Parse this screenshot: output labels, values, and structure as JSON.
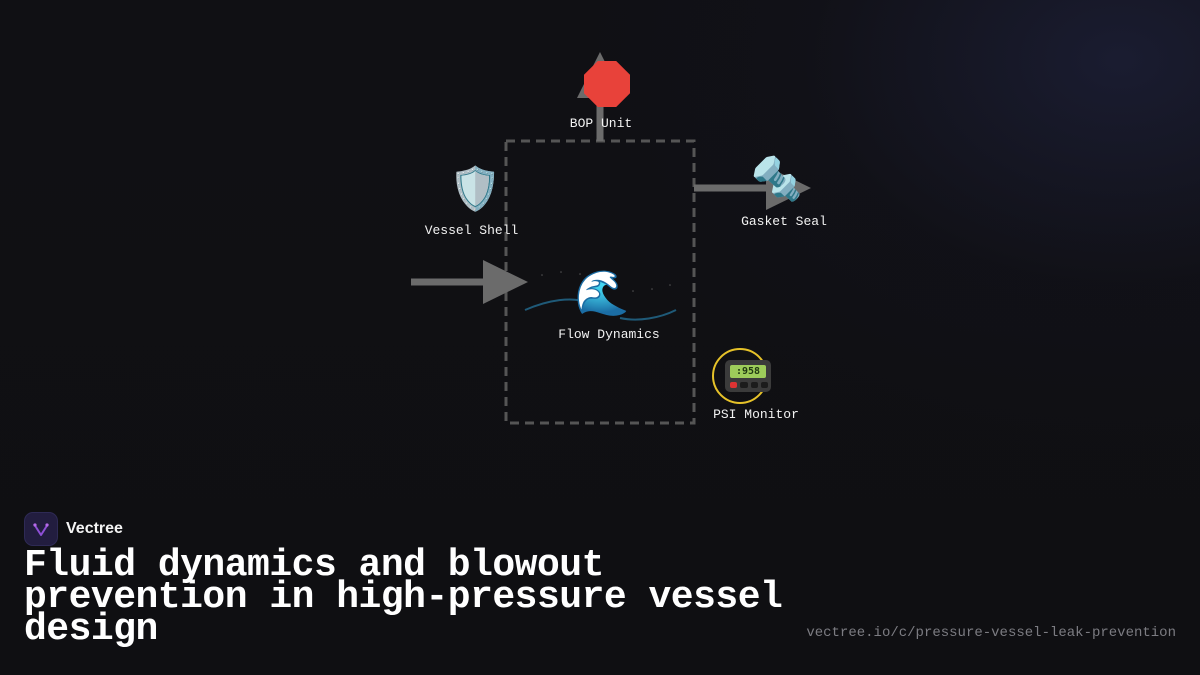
{
  "diagram": {
    "nodes": {
      "bop": {
        "label": "BOP Unit",
        "icon": "stop-sign-icon"
      },
      "vessel": {
        "label": "Vessel Shell",
        "icon": "shield-icon",
        "glyph": "🛡️"
      },
      "gasket": {
        "label": "Gasket Seal",
        "icon": "nut-and-bolt-icon",
        "glyph": "🔩"
      },
      "flow": {
        "label": "Flow Dynamics",
        "icon": "water-wave-icon",
        "glyph": "🌊"
      },
      "psi": {
        "label": "PSI Monitor",
        "icon": "pager-icon",
        "screen_text": ":958"
      }
    },
    "colors": {
      "arrow": "#6b6b6b",
      "boundary": "#555555",
      "ring": "#e6c229",
      "stop": "#e8423a",
      "wave": "#1f5a78"
    }
  },
  "brand": {
    "name": "Vectree",
    "logo_icon": "vectree-logo-icon"
  },
  "headline": "Fluid dynamics and blowout prevention in high-pressure vessel design",
  "url": "vectree.io/c/pressure-vessel-leak-prevention"
}
